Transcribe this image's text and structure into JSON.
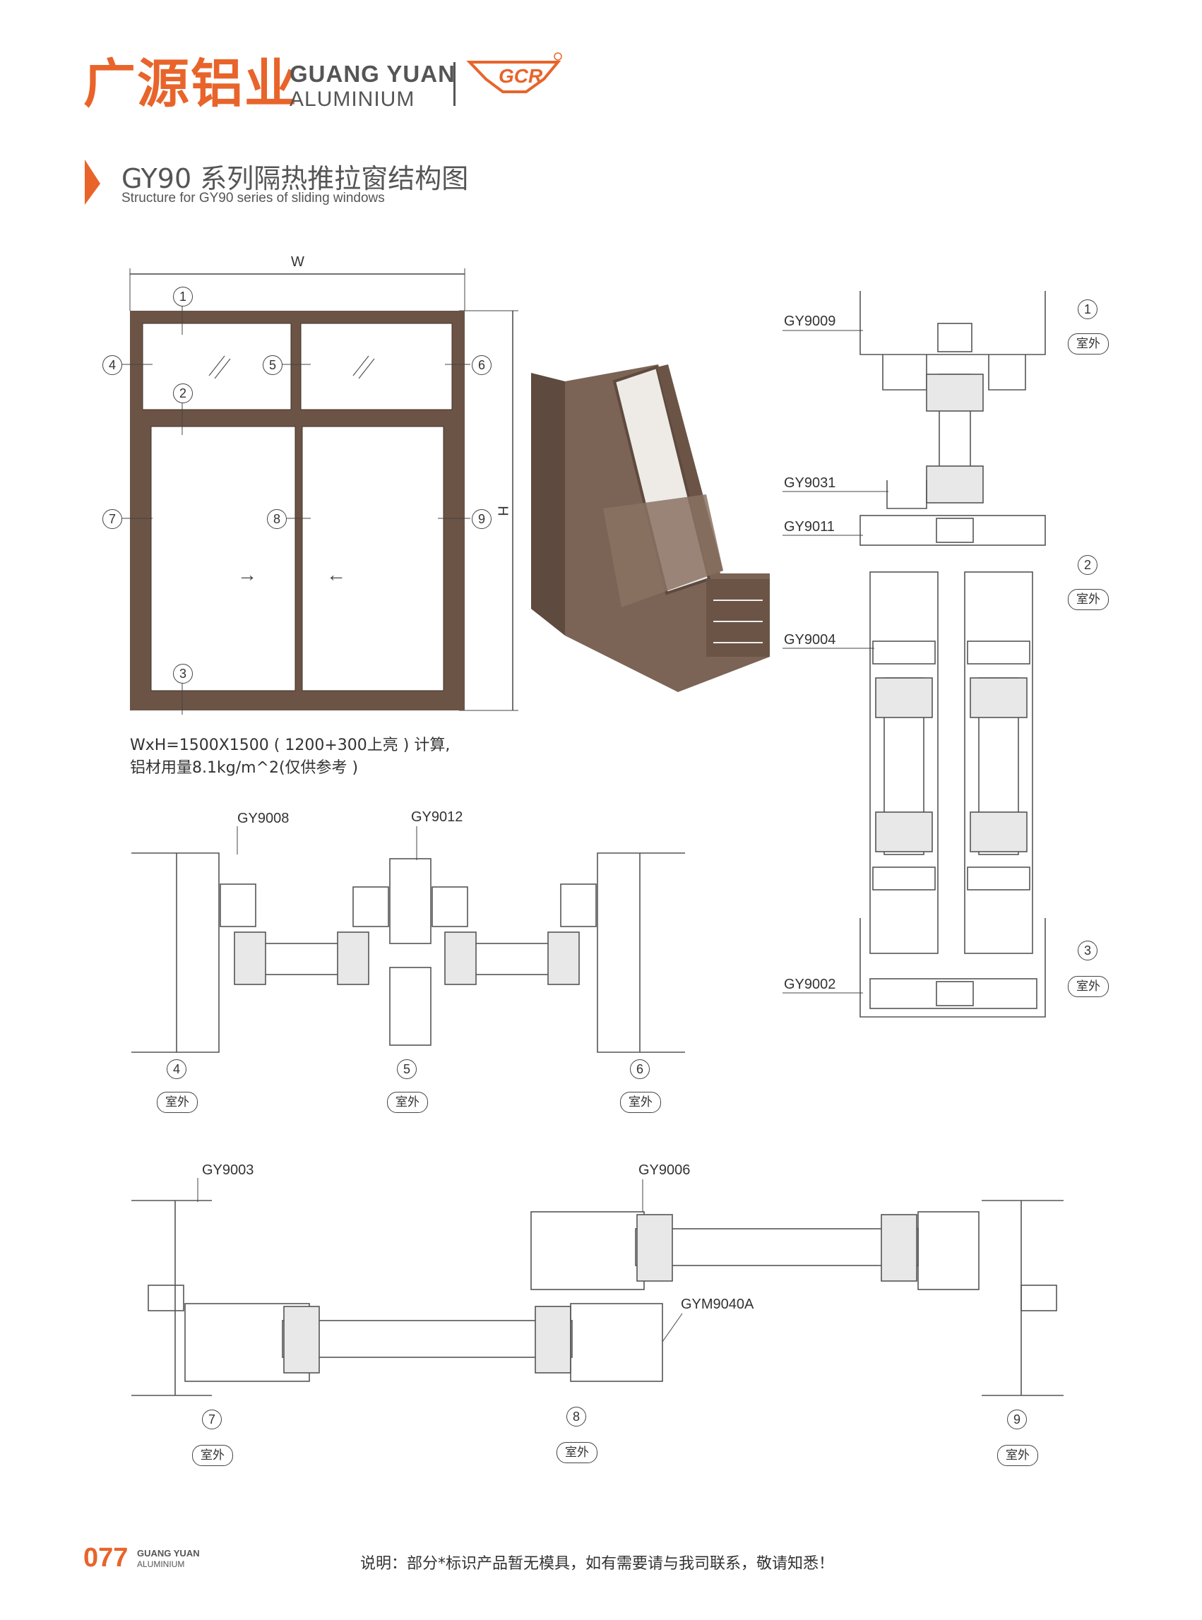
{
  "header": {
    "logo_cn": "广源铝业",
    "logo_en_line1": "GUANG YUAN",
    "logo_en_line2": "ALUMINIUM",
    "brand_mark": "GCR",
    "title_cn": "GY90 系列隔热推拉窗结构图",
    "title_en": "Structure for GY90 series of sliding windows"
  },
  "elevation": {
    "width_label": "W",
    "height_label": "H",
    "callouts": [
      "1",
      "2",
      "3",
      "4",
      "5",
      "6",
      "7",
      "8",
      "9"
    ],
    "arrow_right": "→",
    "arrow_left": "←",
    "note_line1": "WxH=1500X1500 ( 1200+300上亮 ) 计算,",
    "note_line2": "铝材用量8.1kg/m^2(仅供参考 )"
  },
  "profiles": {
    "gy9009": "GY9009",
    "gy9031": "GY9031",
    "gy9011": "GY9011",
    "gy9004": "GY9004",
    "gy9002": "GY9002",
    "gy9008": "GY9008",
    "gy9012": "GY9012",
    "gy9003": "GY9003",
    "gy9006": "GY9006",
    "gym9040a": "GYM9040A"
  },
  "section_markers": {
    "n1": "1",
    "n2": "2",
    "n3": "3",
    "n4": "4",
    "n5": "5",
    "n6": "6",
    "n7": "7",
    "n8": "8",
    "n9": "9",
    "outdoor": "室外"
  },
  "footer": {
    "page_number": "077",
    "brand_line1": "GUANG YUAN",
    "brand_line2": "ALUMINIUM",
    "note": "说明：部分*标识产品暂无模具，如有需要请与我司联系，敬请知悉！"
  },
  "colors": {
    "brand_orange": "#e8642a",
    "frame_bronze": "#6b5446"
  }
}
